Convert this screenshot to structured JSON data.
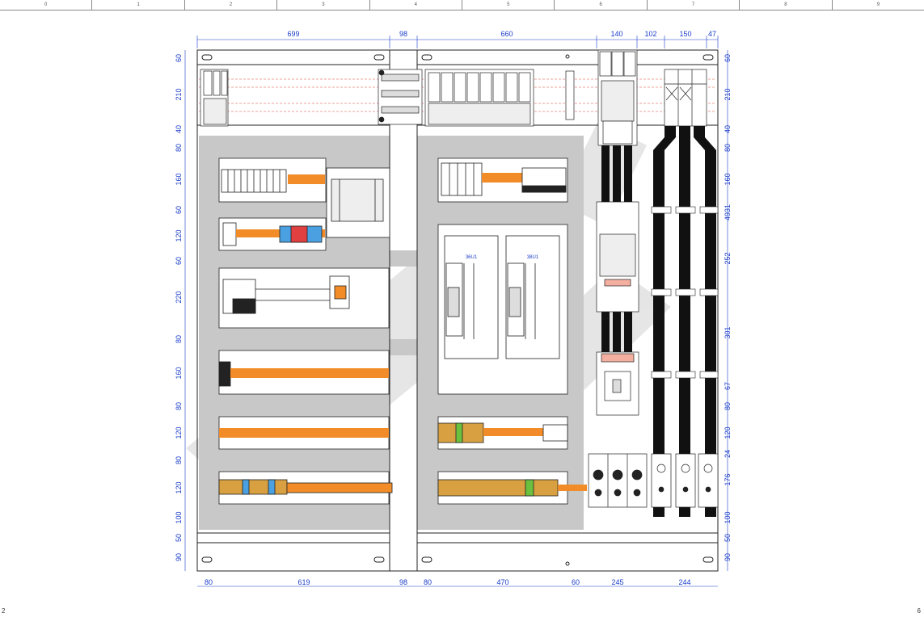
{
  "ruler": {
    "columns": [
      "0",
      "1",
      "2",
      "3",
      "4",
      "5",
      "6",
      "7",
      "8",
      "9"
    ]
  },
  "dims_top": [
    "699",
    "98",
    "660",
    "140",
    "102",
    "150",
    "47"
  ],
  "dims_bottom": [
    "80",
    "619",
    "98",
    "80",
    "470",
    "60",
    "245",
    "244"
  ],
  "dims_left": [
    "60",
    "210",
    "40",
    "80",
    "160",
    "60",
    "120",
    "60",
    "220",
    "80",
    "160",
    "80",
    "120",
    "80",
    "120",
    "100",
    "50",
    "90"
  ],
  "dims_right": [
    "60",
    "210",
    "40",
    "80",
    "160",
    "49",
    "31",
    "252",
    "301",
    "67",
    "80",
    "120",
    "24",
    "176",
    "100",
    "50",
    "90"
  ],
  "drives": [
    {
      "label": "36U1"
    },
    {
      "label": "38U1"
    }
  ],
  "page_left": "2",
  "page_right": "6",
  "colors": {
    "dimension": "#1a3cc9",
    "wireway": "#cccccc",
    "rail": "#f28c28",
    "busbar": "#111111",
    "watermark": "#d9d9d9"
  }
}
